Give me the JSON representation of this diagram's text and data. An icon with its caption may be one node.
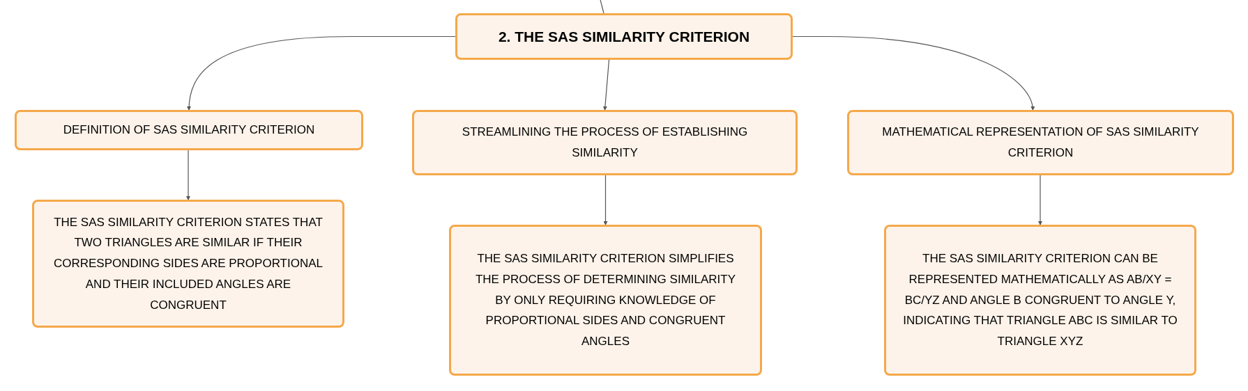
{
  "diagram": {
    "nodes": [
      {
        "text": [
          "2. THE SAS SIMILARITY CRITERION"
        ]
      },
      {
        "text": [
          "DEFINITION OF SAS SIMILARITY CRITERION"
        ]
      },
      {
        "text": [
          "STREAMLINING THE PROCESS OF ESTABLISHING SIMILARITY"
        ]
      },
      {
        "text": [
          "MATHEMATICAL REPRESENTATION OF SAS SIMILARITY CRITERION"
        ]
      },
      {
        "text": [
          "THE SAS SIMILARITY CRITERION STATES THAT TWO TRIANGLES ARE SIMILAR IF THEIR CORRESPONDING SIDES ARE PROPORTIONAL AND THEIR INCLUDED ANGLES ARE CONGRUENT"
        ]
      },
      {
        "text": [
          "THE SAS SIMILARITY CRITERION SIMPLIFIES THE PROCESS OF DETERMINING SIMILARITY BY ONLY REQUIRING KNOWLEDGE OF PROPORTIONAL SIDES AND CONGRUENT ANGLES"
        ]
      },
      {
        "text": [
          "THE SAS SIMILARITY CRITERION CAN BE REPRESENTED MATHEMATICALLY AS AB/XY = BC/YZ AND ANGLE B CONGRUENT TO ANGLE Y, INDICATING THAT TRIANGLE ABC IS SIMILAR TO TRIANGLE XYZ"
        ]
      }
    ],
    "edges": [
      {
        "from": null,
        "to": 0,
        "arrow": "none"
      },
      {
        "from": 0,
        "to": 1,
        "arrow": "to"
      },
      {
        "from": 0,
        "to": 2,
        "arrow": "to"
      },
      {
        "from": 0,
        "to": 3,
        "arrow": "to"
      },
      {
        "from": 1,
        "to": 4,
        "arrow": "to"
      },
      {
        "from": 2,
        "to": 5,
        "arrow": "to"
      },
      {
        "from": 3,
        "to": 6,
        "arrow": "to"
      }
    ]
  }
}
